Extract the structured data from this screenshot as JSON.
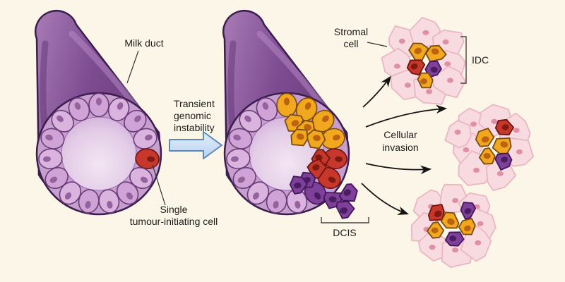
{
  "colors": {
    "background": "#fbf6e7",
    "text": "#1c1c1c",
    "duct_outline": "#3c1e4e",
    "lining_cell_a": "#dab4de",
    "lining_cell_b": "#cfa3d6",
    "lining_stroke": "#6a3b79",
    "lining_nucleus": "#96619f",
    "tumor_yellow": "#f2a81e",
    "tumor_yellow_stroke": "#7a4a10",
    "tumor_yellow_nucleus": "#bc6312",
    "tumor_red": "#c8372b",
    "tumor_red_stroke": "#6e150d",
    "tumor_red_nucleus": "#7e1a10",
    "tumor_purple": "#7e4099",
    "tumor_purple_stroke": "#43175c",
    "tumor_purple_nucleus": "#4a1d63",
    "stromal_fill": "#f8dbe1",
    "stromal_stroke": "#eab6c2",
    "stromal_nucleus": "#e08fa5",
    "arrow_stroke": "#5d88bc"
  },
  "diagram": {
    "left_duct": {
      "label": "Milk duct",
      "cell_label_line1": "Single",
      "cell_label_line2": "tumour-initiating cell"
    },
    "transition": {
      "line1": "Transient",
      "line2": "genomic",
      "line3": "instability"
    },
    "right_duct": {
      "bracket_label": "DCIS"
    },
    "invasion": {
      "line1": "Cellular",
      "line2": "invasion"
    },
    "stroma": {
      "label_line1": "Stromal",
      "label_line2": "cell",
      "idc_label": "IDC"
    }
  }
}
